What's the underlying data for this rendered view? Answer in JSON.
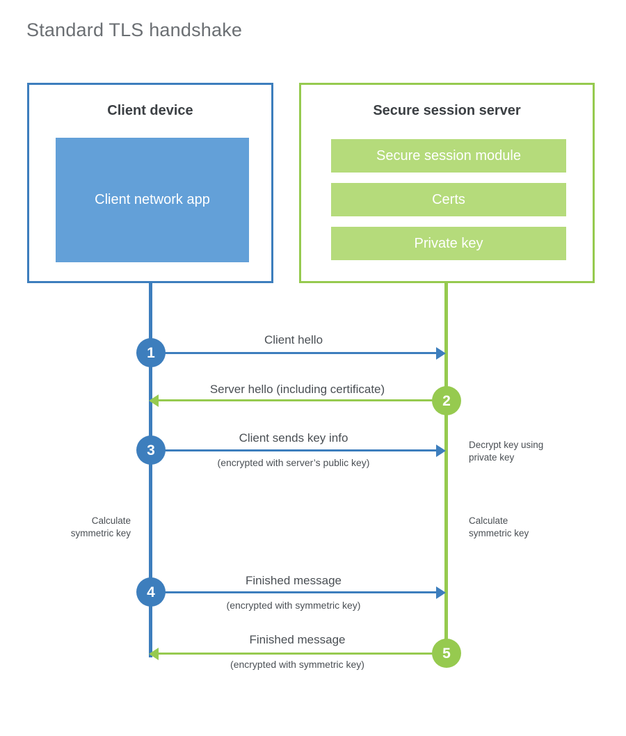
{
  "title": "Standard TLS handshake",
  "colors": {
    "client_accent": "#3d7ebd",
    "server_accent": "#96ca4f",
    "client_block_fill": "#63a0d8",
    "server_block_fill": "#b5db7b",
    "title_text": "#6b6f73",
    "body_text": "#4a4f54",
    "background": "#ffffff"
  },
  "client": {
    "title": "Client device",
    "app_label": "Client network\napp"
  },
  "server": {
    "title": "Secure session server",
    "items": [
      {
        "label": "Secure session module"
      },
      {
        "label": "Certs"
      },
      {
        "label": "Private key"
      }
    ]
  },
  "steps": [
    {
      "number": "1",
      "side": "client"
    },
    {
      "number": "2",
      "side": "server"
    },
    {
      "number": "3",
      "side": "client"
    },
    {
      "number": "4",
      "side": "client"
    },
    {
      "number": "5",
      "side": "server"
    }
  ],
  "messages": [
    {
      "step": "1",
      "direction": "client-to-server",
      "label": "Client hello",
      "sublabel": ""
    },
    {
      "step": "2",
      "direction": "server-to-client",
      "label": "Server hello (including certificate)",
      "sublabel": ""
    },
    {
      "step": "3",
      "direction": "client-to-server",
      "label": "Client sends key info",
      "sublabel": "(encrypted with server’s public key)"
    },
    {
      "step": "4",
      "direction": "client-to-server",
      "label": "Finished message",
      "sublabel": "(encrypted with symmetric key)"
    },
    {
      "step": "5",
      "direction": "server-to-client",
      "label": "Finished message",
      "sublabel": "(encrypted with symmetric key)"
    }
  ],
  "annotations": {
    "server_decrypt": "Decrypt key using\nprivate key",
    "server_calculate": "Calculate\nsymmetric key",
    "client_calculate": "Calculate\nsymmetric key"
  }
}
